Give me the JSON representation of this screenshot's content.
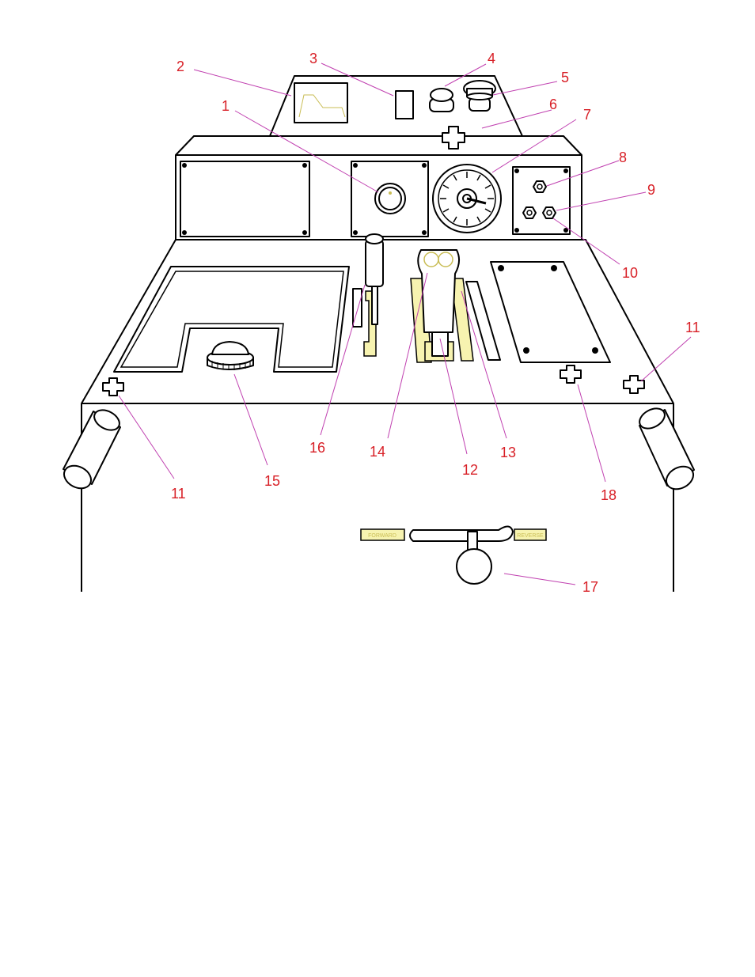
{
  "colors": {
    "outline": "#000000",
    "callout": "#d81f26",
    "leader": "#c040b0",
    "plate": "#f7f3b0",
    "plate_text": "#c9bd55"
  },
  "callouts": [
    {
      "id": "c1",
      "text": "1"
    },
    {
      "id": "c2",
      "text": "2"
    },
    {
      "id": "c3",
      "text": "3"
    },
    {
      "id": "c4",
      "text": "4"
    },
    {
      "id": "c5",
      "text": "5"
    },
    {
      "id": "c6",
      "text": "6"
    },
    {
      "id": "c7",
      "text": "7"
    },
    {
      "id": "c8",
      "text": "8"
    },
    {
      "id": "c9",
      "text": "9"
    },
    {
      "id": "c10",
      "text": "10"
    },
    {
      "id": "c11a",
      "text": "11"
    },
    {
      "id": "c11b",
      "text": "11"
    },
    {
      "id": "c12",
      "text": "12"
    },
    {
      "id": "c13",
      "text": "13"
    },
    {
      "id": "c14",
      "text": "14"
    },
    {
      "id": "c15",
      "text": "15"
    },
    {
      "id": "c16",
      "text": "16"
    },
    {
      "id": "c17",
      "text": "17"
    },
    {
      "id": "c18",
      "text": "18"
    }
  ],
  "plates": {
    "left": "FORWARD",
    "right": "REVERSE"
  }
}
